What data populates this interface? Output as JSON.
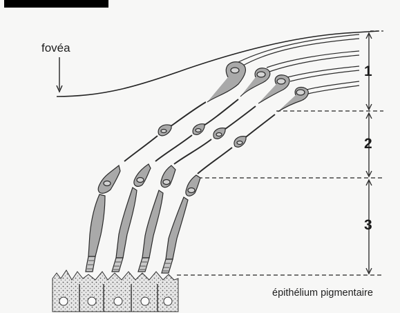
{
  "figure": {
    "labels": {
      "fovea": "fovéa",
      "epithelium": "épithélium pigmentaire"
    },
    "zones": [
      {
        "number": "1"
      },
      {
        "number": "2"
      },
      {
        "number": "3"
      }
    ],
    "colors": {
      "cell_fill": "#a9a9a9",
      "cell_stroke": "#2a2a2a",
      "nucleus_fill": "#d4d4d4",
      "line_color": "#222222",
      "top_bar": "#000000"
    }
  }
}
